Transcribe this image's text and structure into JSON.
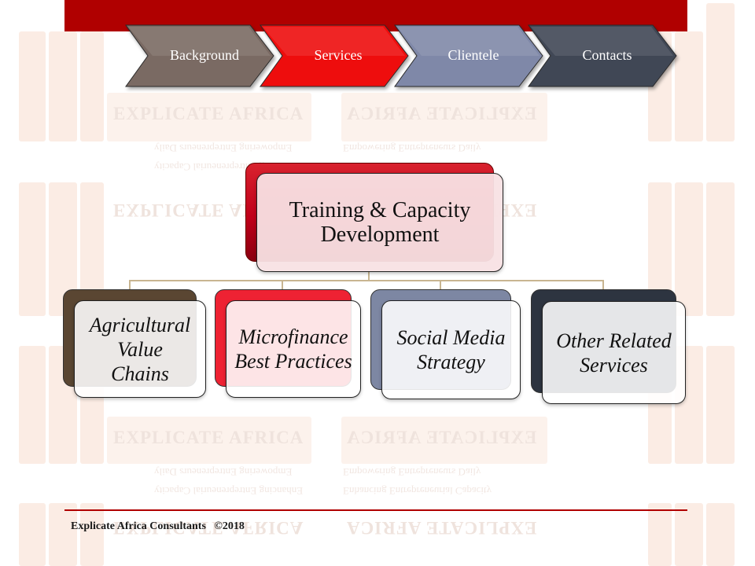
{
  "nav": {
    "items": [
      {
        "label": "Background",
        "color": "#7a6a63"
      },
      {
        "label": "Services",
        "color": "#ee1111"
      },
      {
        "label": "Clientele",
        "color": "#7f88a8"
      },
      {
        "label": "Contacts",
        "color": "#3f4755"
      }
    ]
  },
  "watermark": {
    "brand": "EXPLICATE AFRICA",
    "tagline_1": "Empowering Entrepreneurs Daily",
    "tagline_2": "Enhancing Entrepreneurial Capacity"
  },
  "diagram": {
    "root": {
      "label_line1": "Training & Capacity",
      "label_line2": "Development",
      "color": "#c0001a"
    },
    "children": [
      {
        "lines": [
          "Agricultural",
          "Value",
          "Chains"
        ],
        "color": "#5a4632"
      },
      {
        "lines": [
          "Microfinance",
          "Best Practices"
        ],
        "color": "#ee2233"
      },
      {
        "lines": [
          "Social Media",
          "Strategy"
        ],
        "color": "#7d87a3"
      },
      {
        "lines": [
          "Other Related",
          "Services"
        ],
        "color": "#2d3440"
      }
    ]
  },
  "footer": {
    "text": "Explicate Africa Consultants   ©2018"
  },
  "colors": {
    "accent": "#b00000",
    "connector": "#c8b591"
  }
}
